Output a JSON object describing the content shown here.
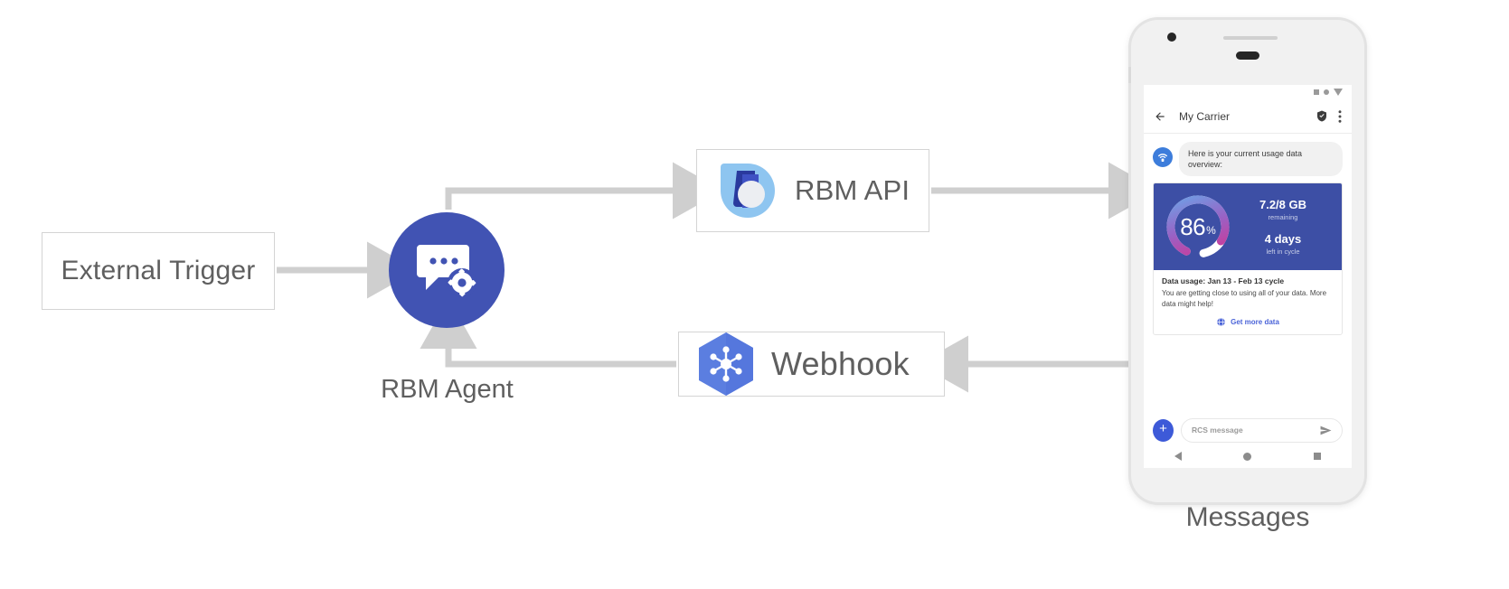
{
  "diagram": {
    "nodes": {
      "external_trigger": {
        "label": "External Trigger"
      },
      "rbm_agent": {
        "label": "RBM Agent",
        "icon": "chat-gear-icon",
        "color": "#4153b3"
      },
      "rbm_api": {
        "label": "RBM API",
        "icon": "rbm-droplet-icon"
      },
      "webhook": {
        "label": "Webhook",
        "icon": "cloud-functions-hexagon-icon"
      },
      "messages": {
        "label": "Messages"
      }
    },
    "arrow_color": "#cfcfcf"
  },
  "phone": {
    "statusbar": {
      "icons": [
        "square-icon",
        "circle-icon",
        "signal-triangle-icon"
      ]
    },
    "appbar": {
      "back": "back-arrow-icon",
      "title": "My Carrier",
      "verified": "verified-shield-icon",
      "overflow": "more-vert-icon"
    },
    "conversation": {
      "avatar_icon": "carrier-router-icon",
      "incoming_message": "Here is your current usage data overview:",
      "rich_card": {
        "gauge": {
          "value": 86,
          "unit": "%",
          "arc_start_color": "#6aa4e8",
          "arc_mid_color": "#9a61c4",
          "arc_end_color": "#d6308f",
          "track_color": "#ffffff"
        },
        "data_remaining": "7.2/8 GB",
        "data_remaining_sub": "remaining",
        "days_left": "4 days",
        "days_left_sub": "left in cycle",
        "hero_bg": "#3d4fa5",
        "title": "Data usage: Jan 13 - Feb 13 cycle",
        "description": "You are getting close to using all of your data. More data might help!",
        "action_label": "Get more data",
        "action_icon": "globe-icon",
        "action_color": "#4a63d8"
      }
    },
    "composer": {
      "add_icon": "plus-icon",
      "placeholder": "RCS message",
      "send_icon": "send-icon"
    },
    "navbar": {
      "back": "nav-back-icon",
      "home": "nav-home-icon",
      "recents": "nav-recents-icon"
    }
  }
}
